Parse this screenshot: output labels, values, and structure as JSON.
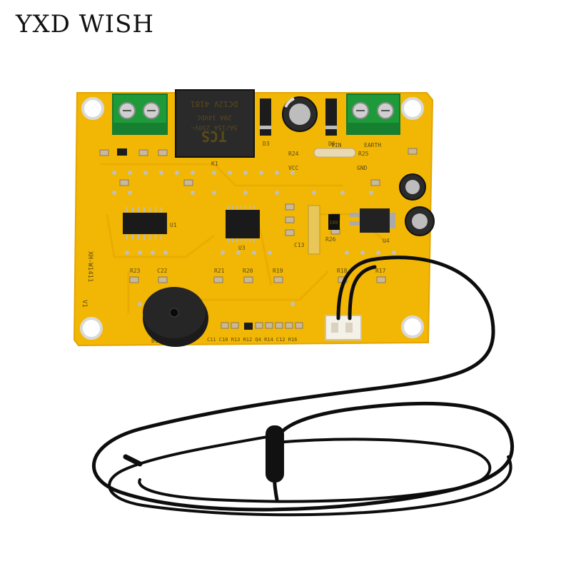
{
  "watermark": "YXD WISH",
  "colors": {
    "background": "#ffffff",
    "pcb": "#f2b705",
    "pcb_edge": "#e3a500",
    "terminal": "#1f9a3a",
    "relay": "#2a2a2a",
    "wire": "#0d0d0d"
  },
  "relay": {
    "brand": "TCS",
    "line1": "DC12V 4181",
    "line2": "20A 14VDC",
    "line3": "5A/15A 250V~",
    "ref": "K1"
  },
  "silkscreen": {
    "board_id": "XH-W1411",
    "version": "V1",
    "u1": "U1",
    "u3": "U3",
    "u4": "U4",
    "vcc": "VCC",
    "gnd": "GND",
    "earth": "EARTH",
    "vin": "VIN",
    "r24": "R24",
    "r25": "R25",
    "r26": "R26",
    "d3": "D3",
    "d6": "D6",
    "c13": "C13",
    "r23": "R23",
    "c22": "C22",
    "r21": "R21",
    "r20": "R20",
    "r19": "R19",
    "r18": "R18",
    "r17": "R17",
    "b1": "B1",
    "q4": "Q4",
    "res_code": "100",
    "bottom_row": "C11 C10 R13 R12 Q4 R14 C12 R16"
  },
  "components": {
    "buzzer": "buzzer",
    "probe": "temperature-probe"
  }
}
